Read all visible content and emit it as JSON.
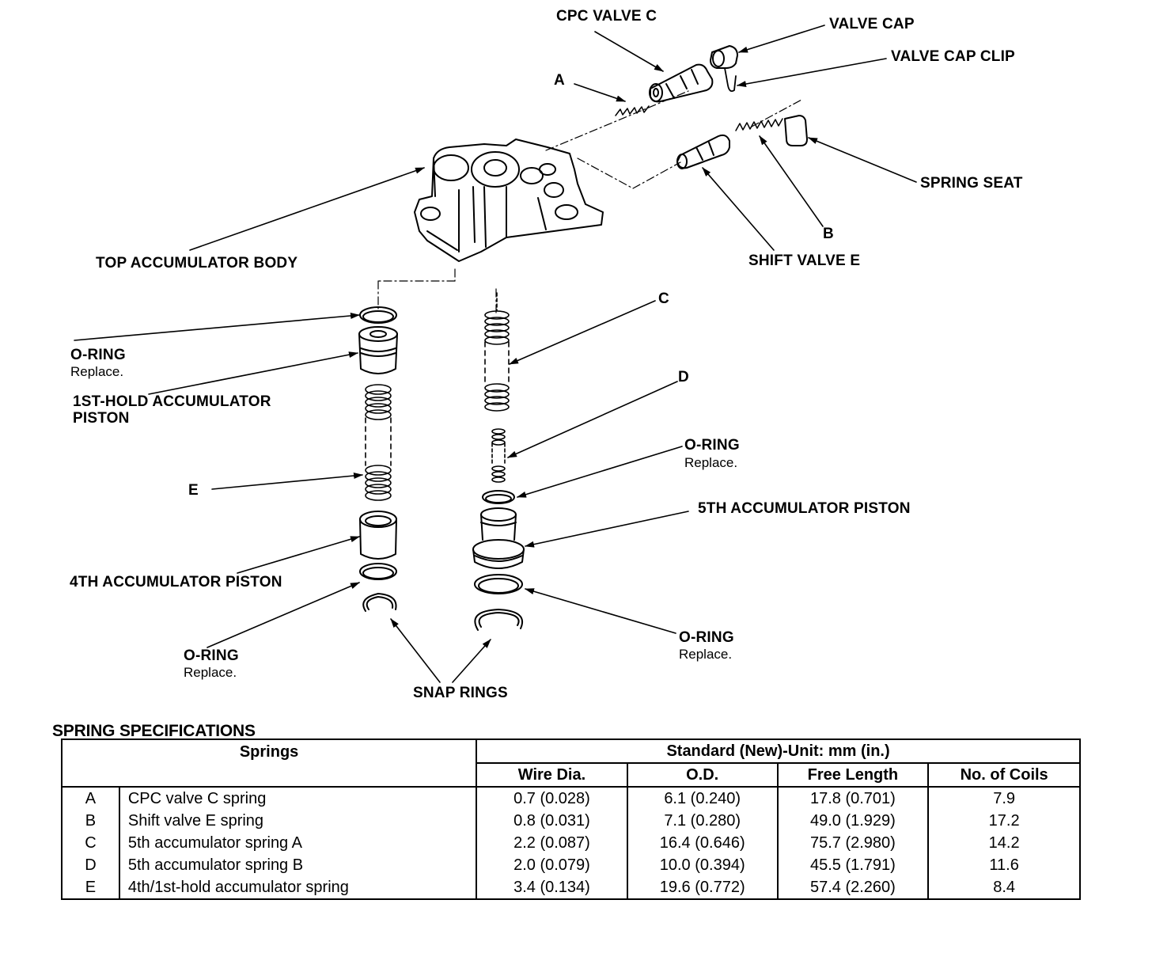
{
  "labels": {
    "cpc_valve_c": "CPC VALVE C",
    "valve_cap": "VALVE CAP",
    "valve_cap_clip": "VALVE  CAP CLIP",
    "a": "A",
    "spring_seat": "SPRING SEAT",
    "top_accumulator_body": "TOP ACCUMULATOR BODY",
    "b": "B",
    "shift_valve_e": "SHIFT VALVE E",
    "c": "C",
    "o_ring_left_top": "O-RING",
    "replace_left_top": "Replace.",
    "first_hold_piston_line1": "1ST-HOLD ACCUMULATOR",
    "first_hold_piston_line2": "PISTON",
    "d": "D",
    "o_ring_right_top": "O-RING",
    "replace_right_top": "Replace.",
    "e": "E",
    "fifth_piston": "5TH ACCUMULATOR PISTON",
    "fourth_piston": "4TH ACCUMULATOR PISTON",
    "o_ring_left_bottom": "O-RING",
    "replace_left_bottom": "Replace.",
    "o_ring_right_bottom": "O-RING",
    "replace_right_bottom": "Replace.",
    "snap_rings": "SNAP RINGS"
  },
  "spring_specifications": {
    "title": "SPRING SPECIFICATIONS",
    "header_springs": "Springs",
    "header_standard": "Standard (New)-Unit: mm (in.)",
    "columns": [
      "Wire Dia.",
      "O.D.",
      "Free Length",
      "No. of Coils"
    ],
    "rows": [
      {
        "id": "A",
        "name": "CPC valve C spring",
        "wire": "0.7 (0.028)",
        "od": "6.1 (0.240)",
        "length": "17.8 (0.701)",
        "coils": "7.9"
      },
      {
        "id": "B",
        "name": "Shift valve E spring",
        "wire": "0.8 (0.031)",
        "od": "7.1 (0.280)",
        "length": "49.0 (1.929)",
        "coils": "17.2"
      },
      {
        "id": "C",
        "name": "5th accumulator spring A",
        "wire": "2.2 (0.087)",
        "od": "16.4 (0.646)",
        "length": "75.7 (2.980)",
        "coils": "14.2"
      },
      {
        "id": "D",
        "name": "5th accumulator spring B",
        "wire": "2.0 (0.079)",
        "od": "10.0 (0.394)",
        "length": "45.5 (1.791)",
        "coils": "11.6"
      },
      {
        "id": "E",
        "name": "4th/1st-hold accumulator spring",
        "wire": "3.4 (0.134)",
        "od": "19.6 (0.772)",
        "length": "57.4 (2.260)",
        "coils": "8.4"
      }
    ]
  }
}
